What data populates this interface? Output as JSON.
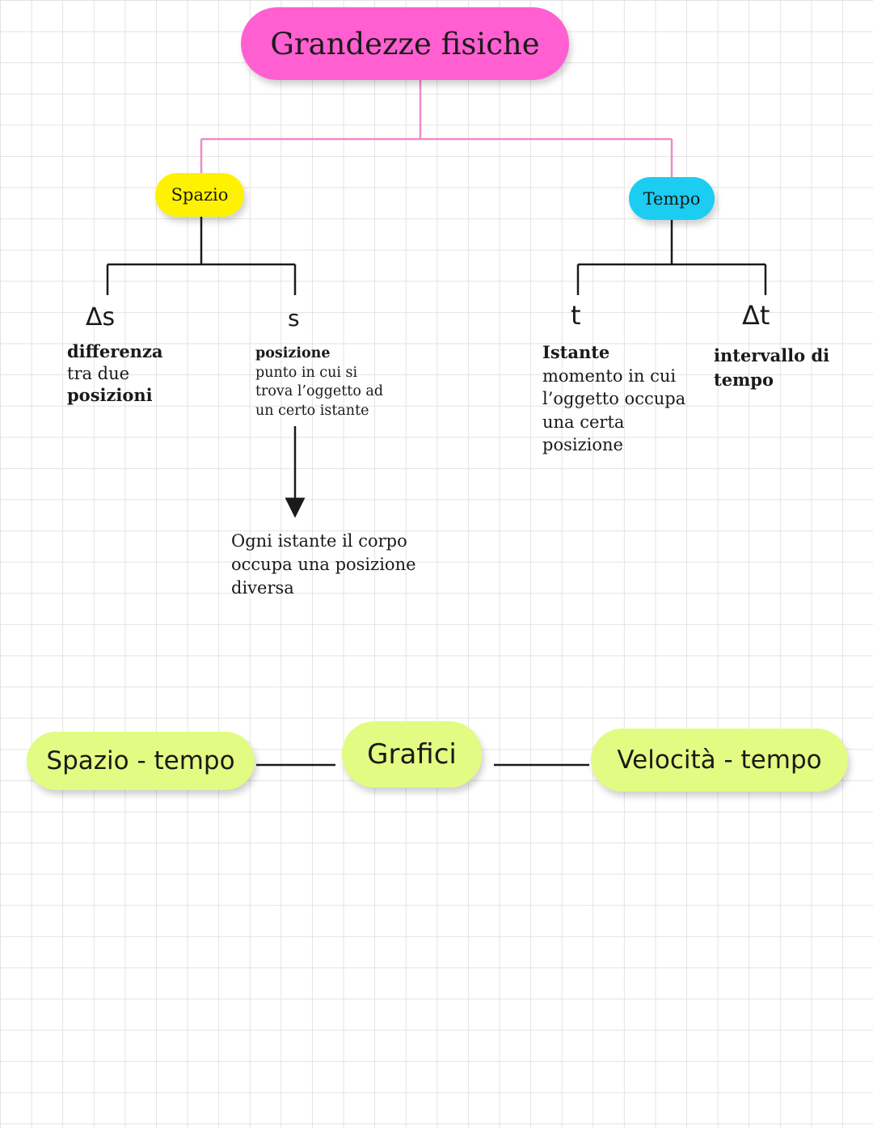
{
  "title": "Grandezze fisiche",
  "spazio": {
    "label": "Spazio",
    "delta_s": {
      "symbol": "Δs",
      "desc_line1": "differenza",
      "desc_line2": "tra due",
      "desc_line3": "posizioni"
    },
    "s": {
      "symbol": "s",
      "term": "posizione",
      "desc_line1": "punto in cui si",
      "desc_line2": "trova l’oggetto ad",
      "desc_line3": "un certo istante",
      "consequence": "Ogni istante il corpo occupa una posizione diversa"
    }
  },
  "tempo": {
    "label": "Tempo",
    "t": {
      "symbol": "t",
      "term": "Istante",
      "desc_line1": "momento in cui",
      "desc_line2": "l’oggetto occupa",
      "desc_line3": "una certa",
      "desc_line4": "posizione"
    },
    "delta_t": {
      "symbol": "Δt",
      "desc_line1": "intervallo di",
      "desc_line2": "tempo"
    }
  },
  "grafici": {
    "center": "Grafici",
    "left": "Spazio - tempo",
    "right": "Velocità - tempo"
  },
  "colors": {
    "title_pill": "#ff5fd1",
    "spazio_pill": "#fff200",
    "tempo_pill": "#1ccdf2",
    "grafici_pills": "#e2fb82",
    "title_connector": "#f08ac8",
    "connector": "#1a1a1a"
  }
}
